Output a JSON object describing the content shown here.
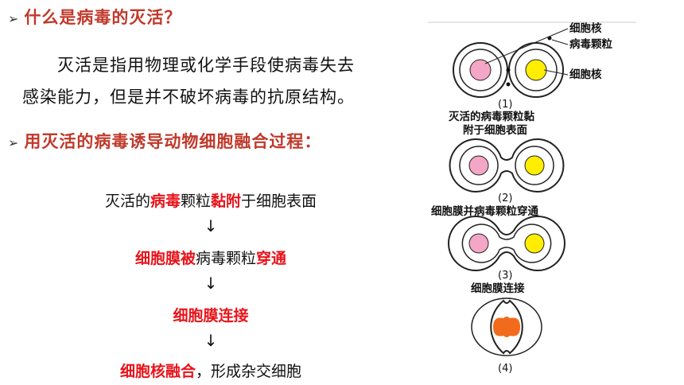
{
  "heading1": {
    "marker": "➢",
    "text": "什么是病毒的灭活？"
  },
  "definition": {
    "line1": "灭活是指用物理或化学手段使病毒失去",
    "line2": "感染能力，但是并不破坏病毒的抗原结构。"
  },
  "heading2": {
    "marker": "➢",
    "text": "用灭活的病毒诱导动物细胞融合过程："
  },
  "flow": {
    "step1": {
      "a": "灭活的",
      "b": "病毒",
      "c": "颗粒",
      "d": "黏附",
      "e": "于细胞表面"
    },
    "step2": {
      "a": "细胞膜被",
      "b": "病毒颗粒",
      "c": "穿通"
    },
    "step3": {
      "a": "细胞膜连接"
    },
    "step4": {
      "a": "细胞核融合",
      "b": "，形成杂交细胞"
    },
    "arrow": "↓"
  },
  "figure": {
    "label_nucleus_top": "细胞核",
    "label_virus": "病毒颗粒",
    "label_nucleus_right": "细胞核",
    "step1_num": "(1)",
    "step1_caption_line1": "灭活的病毒颗粒黏",
    "step1_caption_line2": "附于细胞表面",
    "step2_num": "(2)",
    "step2_caption": "细胞膜并病毒颗粒穿通",
    "step3_num": "(3)",
    "step3_caption": "细胞膜连接",
    "step4_num": "(4)",
    "colors": {
      "nucleus_left": "#F4A6C6",
      "nucleus_right": "#FFEE00",
      "nucleus_fused": "#F26A1B"
    }
  }
}
